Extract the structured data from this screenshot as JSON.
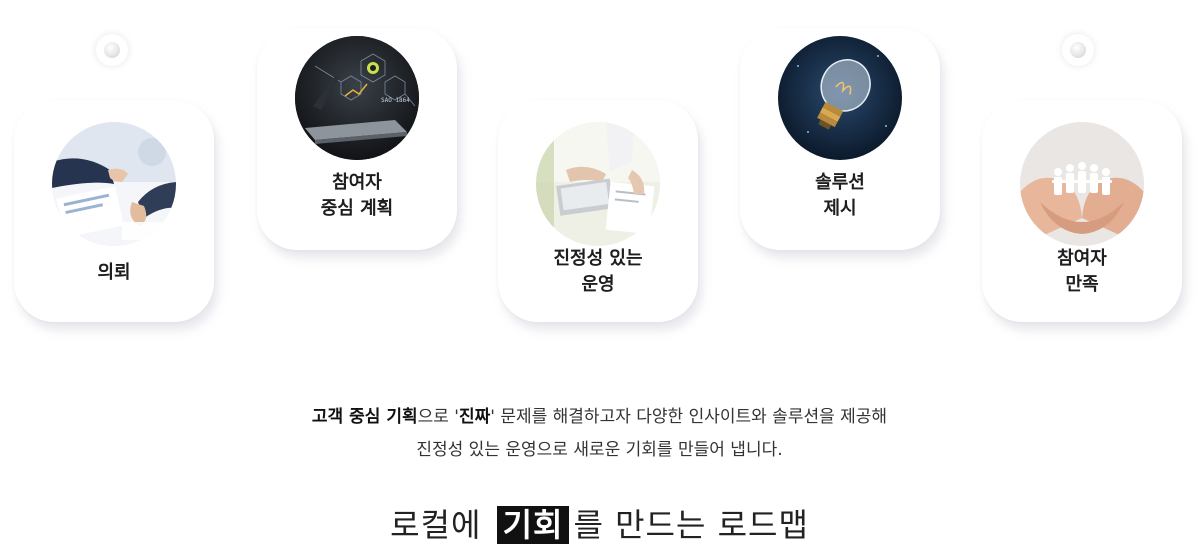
{
  "cards": [
    {
      "line1": "의뢰",
      "line2": ""
    },
    {
      "line1": "참여자",
      "line2": "중심 계획"
    },
    {
      "line1": "진정성 있는",
      "line2": "운영"
    },
    {
      "line1": "솔루션",
      "line2": "제시"
    },
    {
      "line1": "참여자",
      "line2": "만족"
    }
  ],
  "description": {
    "line1_bold1": "고객 중심 기획",
    "line1_text1": "으로 '",
    "line1_bold2": "진짜",
    "line1_text2": "' 문제를 해결하고자 다양한 인사이트와 솔루션을 제공해",
    "line2": "진정성 있는 운영으로 새로운 기회를 만들어 냅니다."
  },
  "roadmap": {
    "before": "로컬에",
    "highlight": "기회",
    "after": "를 만드는 로드맵"
  },
  "icons": {
    "card1": "business-meeting-photo",
    "card2": "laptop-data-photo",
    "card3": "desk-working-photo",
    "card4": "lightbulb-photo",
    "card5": "hands-people-photo"
  },
  "colors": {
    "roadmap_highlight_bg": "#111111",
    "roadmap_highlight_fg": "#ffffff"
  }
}
